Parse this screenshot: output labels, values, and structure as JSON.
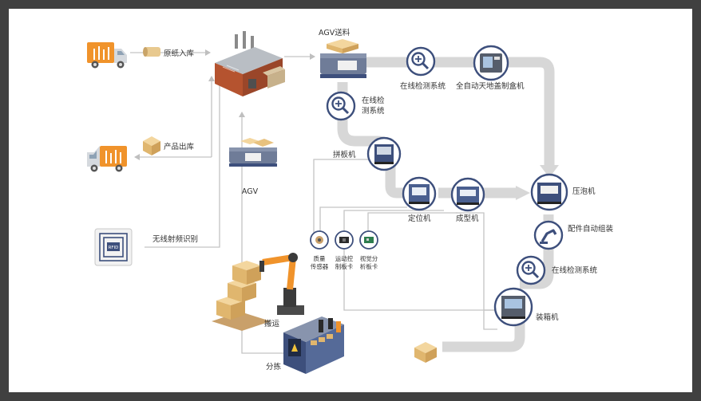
{
  "labels": {
    "raw_paper_in": "原纸入库",
    "product_out": "产品出库",
    "rfid": "无线射频识别",
    "agv": "AGV",
    "agv_feed": "AGV送料",
    "inline_inspect_top": "在线检测系统",
    "box_machine": "全自动天地盖制盒机",
    "inline_inspect_left_1": "在线检",
    "inline_inspect_left_2": "测系统",
    "splicer": "拼板机",
    "positioner": "定位机",
    "former": "成型机",
    "press": "压泡机",
    "assembly": "配件自动组装",
    "inline_inspect_right": "在线检测系统",
    "boxing": "装箱机",
    "handling": "搬运",
    "sorting": "分拣",
    "quality_sensor_1": "质量",
    "quality_sensor_2": "传感器",
    "motion_card_1": "运动控",
    "motion_card_2": "制板卡",
    "vision_card_1": "视觉分",
    "vision_card_2": "析板卡",
    "rfid_tag_text": "RFID"
  },
  "colors": {
    "background_frame": "#404040",
    "canvas": "#ffffff",
    "main_flow": "#d7d7d7",
    "connector": "#bfbfbf",
    "circle_border": "#3d4f7c",
    "truck_orange": "#f0932b",
    "box_tan": "#e8c27f"
  },
  "icons": {
    "inspection": "magnifier-plus-icon",
    "truck": "delivery-truck-icon",
    "factory": "factory-icon",
    "robot": "robot-arm-icon"
  }
}
